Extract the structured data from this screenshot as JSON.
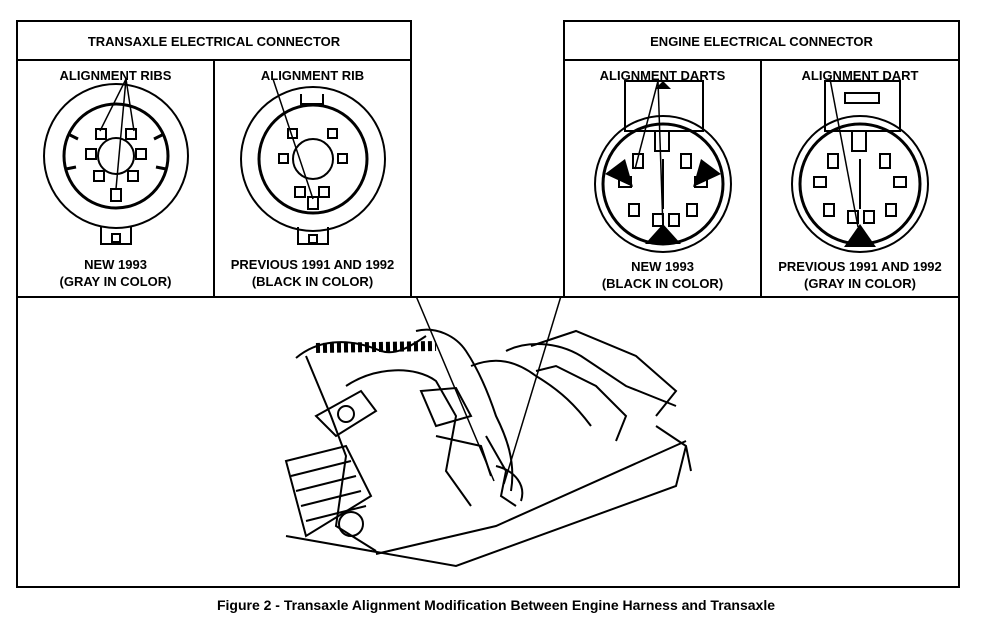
{
  "transaxle": {
    "header": "TRANSAXLE ELECTRICAL CONNECTOR",
    "left": {
      "pointer_label": "ALIGNMENT RIBS",
      "caption_line1": "NEW 1993",
      "caption_line2": "(GRAY IN COLOR)"
    },
    "right": {
      "pointer_label": "ALIGNMENT RIB",
      "caption_line1": "PREVIOUS 1991 AND 1992",
      "caption_line2": "(BLACK IN COLOR)"
    }
  },
  "engine": {
    "header": "ENGINE ELECTRICAL CONNECTOR",
    "left": {
      "pointer_label": "ALIGNMENT DARTS",
      "caption_line1": "NEW 1993",
      "caption_line2": "(BLACK IN COLOR)"
    },
    "right": {
      "pointer_label": "ALIGNMENT DART",
      "caption_line1": "PREVIOUS 1991 AND 1992",
      "caption_line2": "(GRAY IN COLOR)"
    }
  },
  "figure_caption": "Figure 2 - Transaxle Alignment Modification Between Engine Harness and Transaxle"
}
